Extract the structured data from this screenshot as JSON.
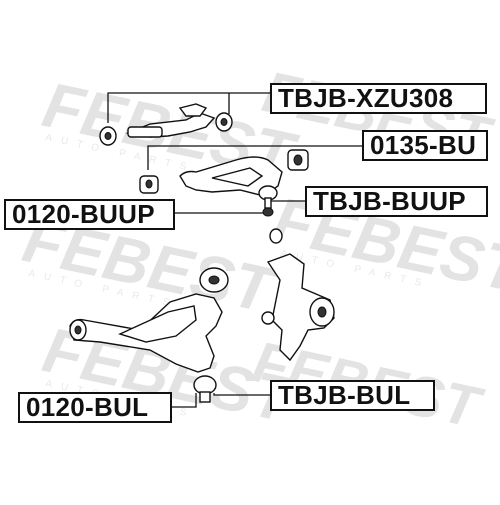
{
  "watermark": {
    "brand": "FEBEST",
    "subtext": "AUTO PARTS"
  },
  "labels": {
    "tbjb_xzu308": "TBJB-XZU308",
    "bu_0135": "0135-BU",
    "buup_0120": "0120-BUUP",
    "tbjb_buup": "TBJB-BUUP",
    "bul_0120": "0120-BUL",
    "tbjb_bul": "TBJB-BUL"
  },
  "colors": {
    "line": "#111111",
    "watermark": "#e3e3e3",
    "background": "#ffffff"
  }
}
